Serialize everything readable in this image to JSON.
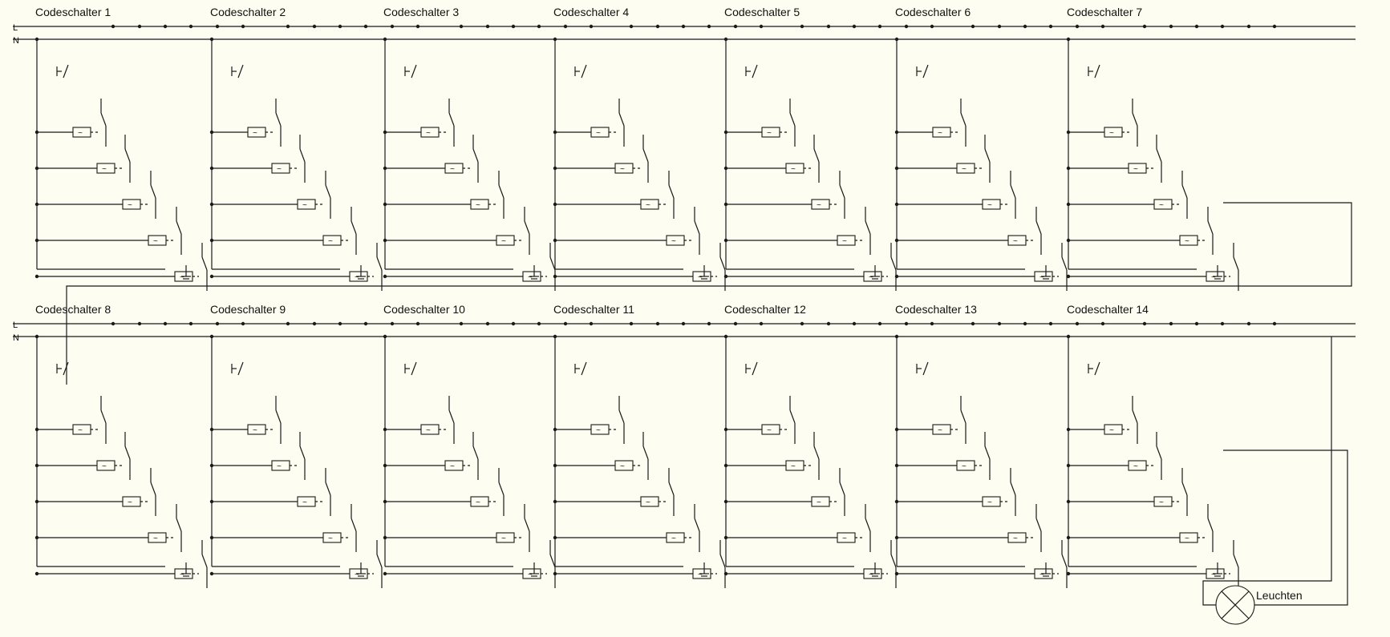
{
  "diagram": {
    "rail_labels": {
      "live": "L",
      "neutral": "N"
    },
    "rows": [
      {
        "switches": [
          "Codeschalter 1",
          "Codeschalter 2",
          "Codeschalter 3",
          "Codeschalter 4",
          "Codeschalter 5",
          "Codeschalter 6",
          "Codeschalter 7"
        ]
      },
      {
        "switches": [
          "Codeschalter 8",
          "Codeschalter 9",
          "Codeschalter 10",
          "Codeschalter 11",
          "Codeschalter 12",
          "Codeschalter 13",
          "Codeschalter 14"
        ]
      }
    ],
    "stages_per_switch": 5,
    "lamp_label": "Leuchten",
    "colors": {
      "background": "#fdfdf1",
      "wire": "#1a1a1a"
    }
  }
}
